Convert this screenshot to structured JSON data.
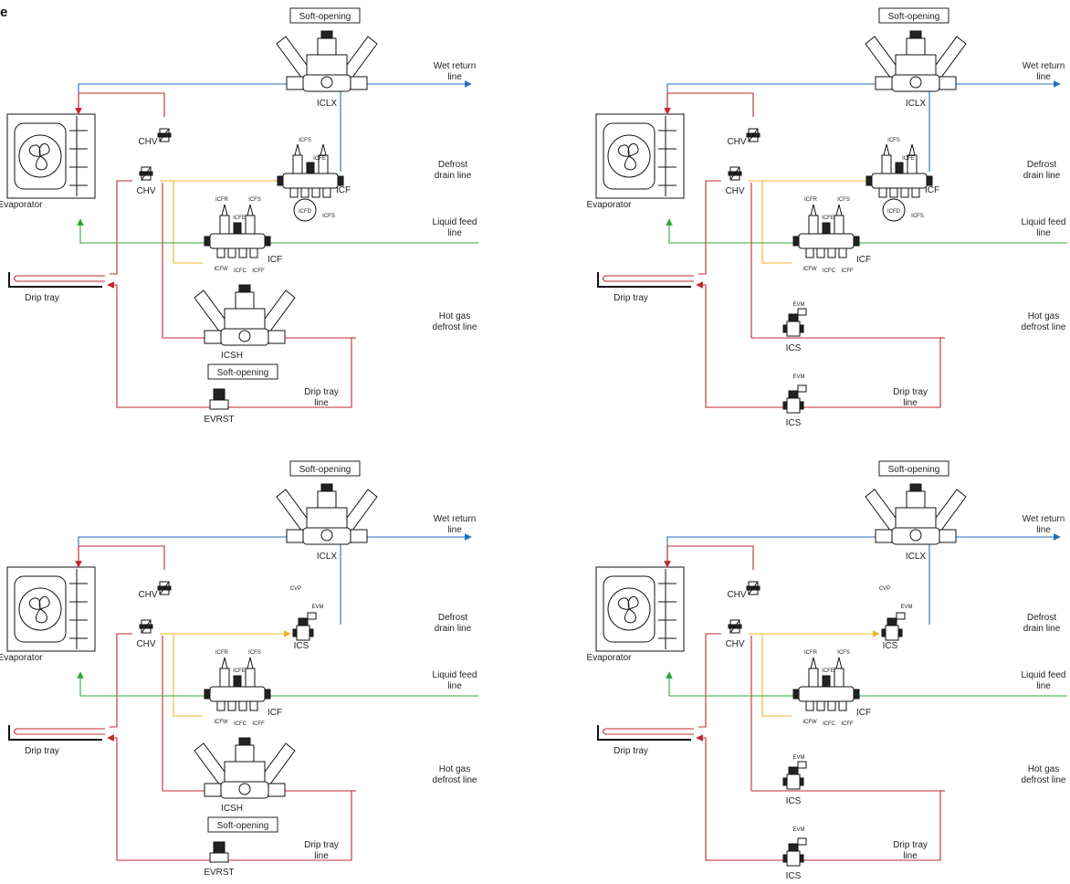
{
  "page": {
    "letter": "e"
  },
  "labels": {
    "soft_opening": "Soft-opening",
    "wet_return_1": "Wet return",
    "wet_return_2": "line",
    "defrost_drain_1": "Defrost",
    "defrost_drain_2": "drain line",
    "liquid_feed_1": "Liquid feed",
    "liquid_feed_2": "line",
    "hot_gas_1": "Hot gas",
    "hot_gas_2": "defrost line",
    "drip_tray_line_1": "Drip tray",
    "drip_tray_line_2": "line",
    "evaporator": "Evaporator",
    "drip_tray": "Drip tray",
    "iclx": "ICLX",
    "chv": "CHV",
    "icf": "ICF",
    "icfs": "ICFS",
    "icfe": "ICFE",
    "icfd": "ICFD",
    "icfr": "ICFR",
    "icfw": "ICFW",
    "icfc": "ICFC",
    "icff": "ICFF",
    "icsh": "ICSH",
    "evrst": "EVRST",
    "ics": "ICS",
    "evm": "EVM",
    "cvp": "CVP"
  },
  "colors": {
    "wet_return": "#1f6fb8",
    "liquid_feed": "#2eaa3a",
    "hot_gas": "#c0282e",
    "defrost_drain": "#f0b428",
    "outline": "#111111"
  },
  "panels": [
    {
      "id": "top-left",
      "drain_valve": "ICF",
      "gas_valve": "ICSH"
    },
    {
      "id": "top-right",
      "drain_valve": "ICF",
      "gas_valve": "ICS"
    },
    {
      "id": "bottom-left",
      "drain_valve": "ICS",
      "gas_valve": "ICSH"
    },
    {
      "id": "bottom-right",
      "drain_valve": "ICS",
      "gas_valve": "ICS"
    }
  ]
}
